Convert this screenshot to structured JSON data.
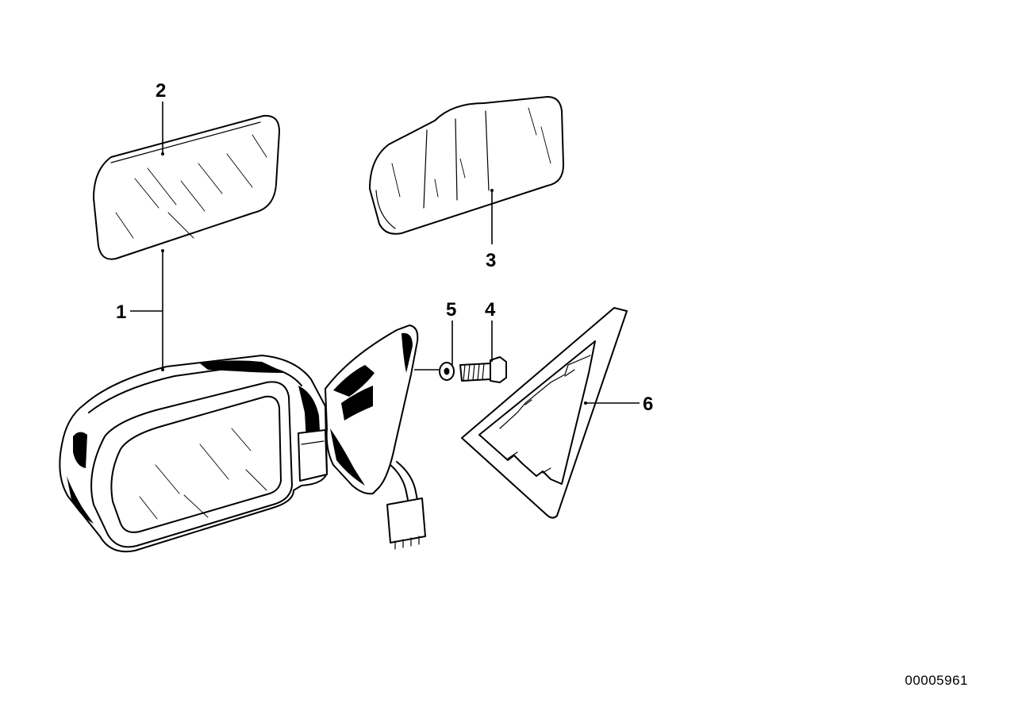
{
  "diagram": {
    "callouts": [
      {
        "id": "1",
        "label": "1"
      },
      {
        "id": "2",
        "label": "2"
      },
      {
        "id": "3",
        "label": "3"
      },
      {
        "id": "4",
        "label": "4"
      },
      {
        "id": "5",
        "label": "5"
      },
      {
        "id": "6",
        "label": "6"
      }
    ],
    "document_number": "00005961"
  }
}
